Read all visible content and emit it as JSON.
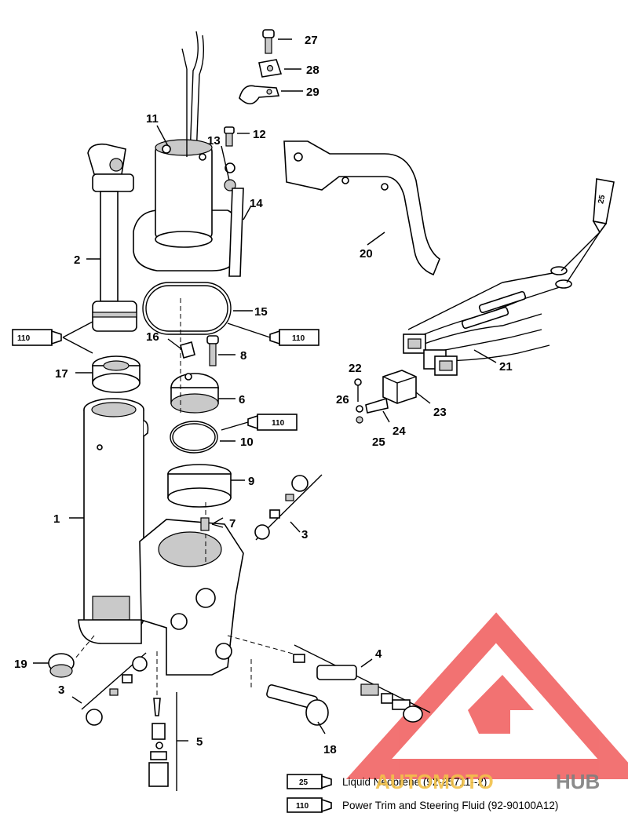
{
  "callouts": {
    "c1": "1",
    "c2": "2",
    "c3a": "3",
    "c3b": "3",
    "c4": "4",
    "c5": "5",
    "c6": "6",
    "c7": "7",
    "c8": "8",
    "c9": "9",
    "c10": "10",
    "c11": "11",
    "c12": "12",
    "c13": "13",
    "c14": "14",
    "c15": "15",
    "c16": "16",
    "c17": "17",
    "c18": "18",
    "c19": "19",
    "c20": "20",
    "c21": "21",
    "c22": "22",
    "c23": "23",
    "c24": "24",
    "c25": "25",
    "c26": "26",
    "c27": "27",
    "c28": "28",
    "c29": "29"
  },
  "tubes": {
    "left": "110",
    "right": "110",
    "oring": "110",
    "harness": "25"
  },
  "legend": [
    {
      "code": "25",
      "text": "Liquid Neoprene (92-25711--2)"
    },
    {
      "code": "110",
      "text": "Power Trim  and Steering Fluid (92-90100A12)"
    }
  ],
  "watermark": {
    "part1": "AUTOMOTO",
    "part2": "HUB",
    "color1": "#f2c24a",
    "color2": "#7f7f7f",
    "logo_color": "#f05a5a"
  }
}
